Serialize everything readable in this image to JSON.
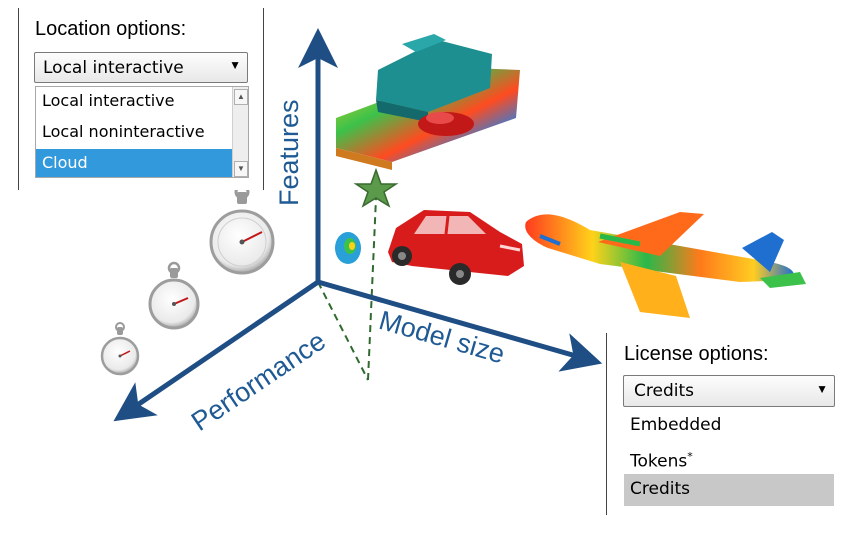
{
  "location": {
    "title": "Location options:",
    "selected": "Local interactive",
    "options": [
      "Local interactive",
      "Local noninteractive",
      "Cloud"
    ]
  },
  "license": {
    "title": "License options:",
    "selected": "Credits",
    "options": [
      "Embedded",
      "Tokens",
      "Credits"
    ],
    "tokens_marker": "*"
  },
  "axes": {
    "vertical": "Features",
    "right": "Model size",
    "left": "Performance"
  },
  "colors": {
    "axis": "#1f4e85",
    "axis_text": "#1f5a94",
    "selection_blue": "#3399dd",
    "selection_gray": "#c8c8c8"
  }
}
